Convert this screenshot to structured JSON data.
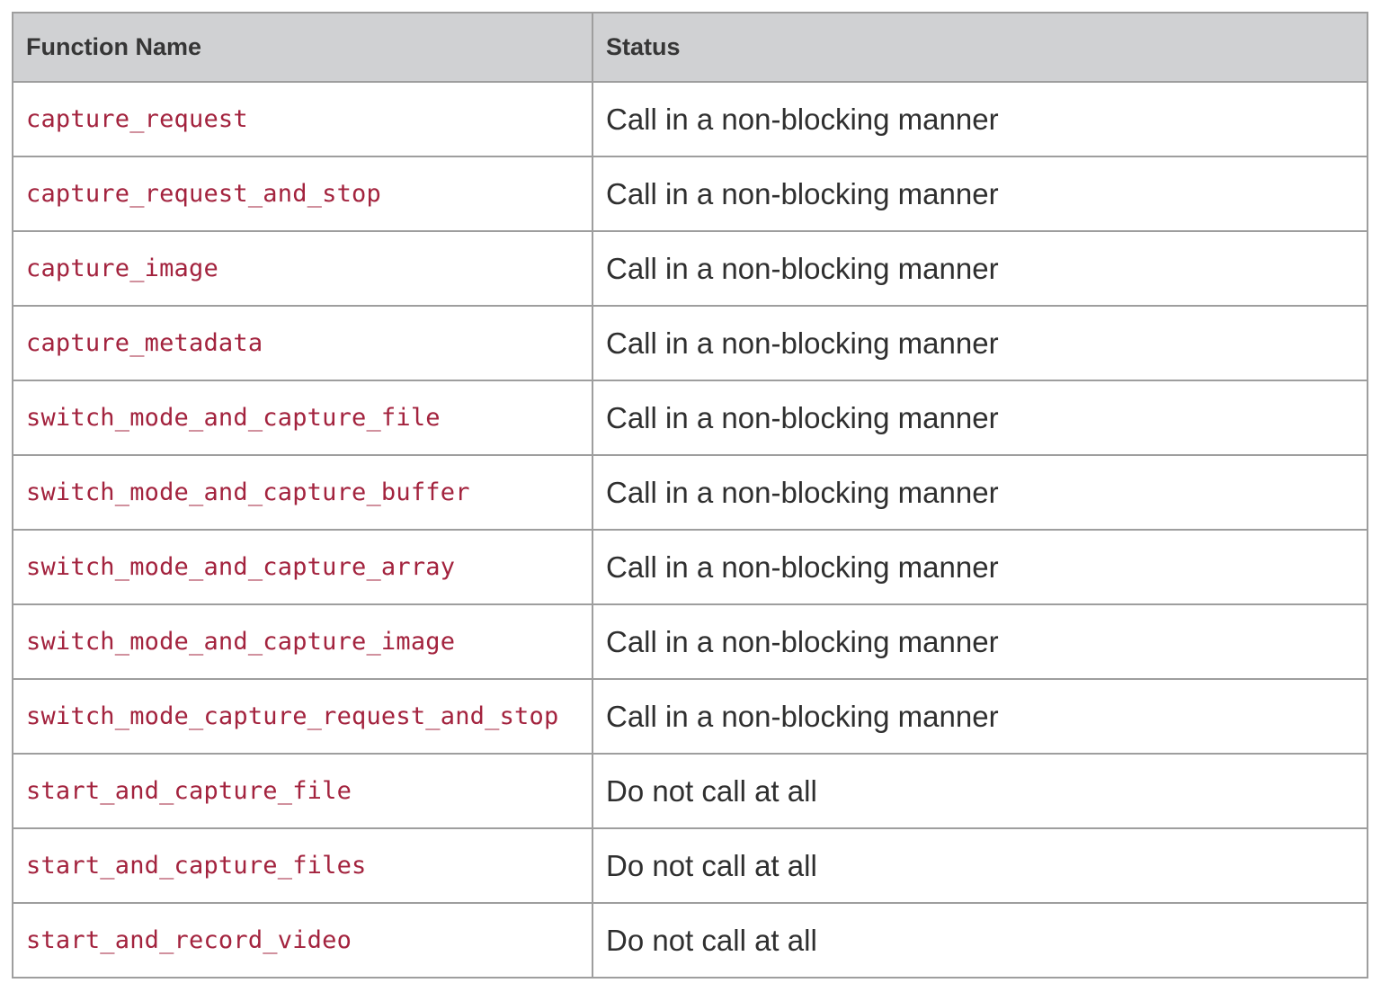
{
  "table": {
    "headers": {
      "function_name": "Function Name",
      "status": "Status"
    },
    "rows": [
      {
        "function": "capture_request",
        "status": "Call in a non-blocking manner"
      },
      {
        "function": "capture_request_and_stop",
        "status": "Call in a non-blocking manner"
      },
      {
        "function": "capture_image",
        "status": "Call in a non-blocking manner"
      },
      {
        "function": "capture_metadata",
        "status": "Call in a non-blocking manner"
      },
      {
        "function": "switch_mode_and_capture_file",
        "status": "Call in a non-blocking manner"
      },
      {
        "function": "switch_mode_and_capture_buffer",
        "status": "Call in a non-blocking manner"
      },
      {
        "function": "switch_mode_and_capture_array",
        "status": "Call in a non-blocking manner"
      },
      {
        "function": "switch_mode_and_capture_image",
        "status": "Call in a non-blocking manner"
      },
      {
        "function": "switch_mode_capture_request_and_stop",
        "status": "Call in a non-blocking manner"
      },
      {
        "function": "start_and_capture_file",
        "status": "Do not call at all"
      },
      {
        "function": "start_and_capture_files",
        "status": "Do not call at all"
      },
      {
        "function": "start_and_record_video",
        "status": "Do not call at all"
      }
    ]
  },
  "colors": {
    "header_background": "#d0d1d3",
    "border": "#9e9e9e",
    "function_name_text": "#a3233e",
    "status_text": "#2f2f2f"
  }
}
